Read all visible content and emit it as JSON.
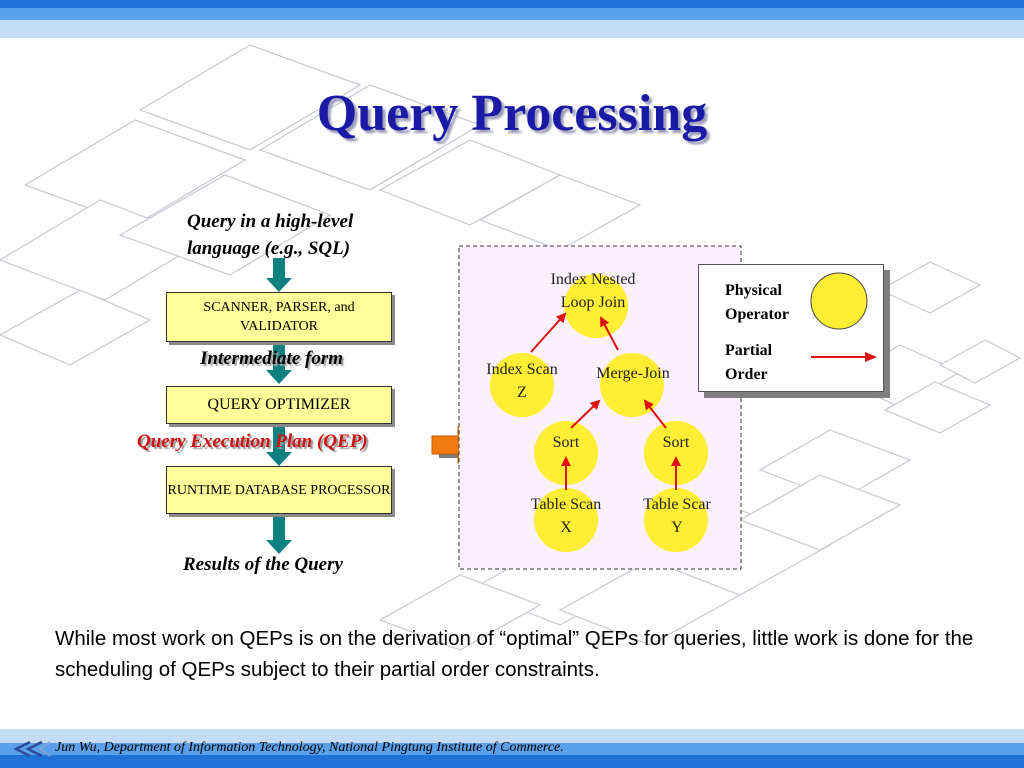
{
  "title": "Query Processing",
  "pipeline": {
    "input_label": "Query in a high-level language (e.g., SQL)",
    "scanner_box": "SCANNER, PARSER, and VALIDATOR",
    "intermediate_label": "Intermediate form",
    "optimizer_box": "QUERY OPTIMIZER",
    "qep_label": "Query Execution Plan (QEP)",
    "runtime_box": "RUNTIME DATABASE PROCESSOR",
    "output_label": "Results of the Query"
  },
  "plan": {
    "nodes": [
      {
        "id": "inlj",
        "label_line1": "Index Nested",
        "label_line2": "Loop Join"
      },
      {
        "id": "isz",
        "label_line1": "Index Scan",
        "label_line2": "Z"
      },
      {
        "id": "mj",
        "label_line1": "Merge-Join",
        "label_line2": ""
      },
      {
        "id": "sort1",
        "label_line1": "Sort",
        "label_line2": ""
      },
      {
        "id": "sort2",
        "label_line1": "Sort",
        "label_line2": ""
      },
      {
        "id": "tsx",
        "label_line1": "Table Scan",
        "label_line2": "X"
      },
      {
        "id": "tsy",
        "label_line1": "Table Scar",
        "label_line2": "Y"
      }
    ],
    "edges": [
      {
        "from": "isz",
        "to": "inlj"
      },
      {
        "from": "mj",
        "to": "inlj"
      },
      {
        "from": "sort1",
        "to": "mj"
      },
      {
        "from": "sort2",
        "to": "mj"
      },
      {
        "from": "tsx",
        "to": "sort1"
      },
      {
        "from": "tsy",
        "to": "sort2"
      }
    ]
  },
  "legend": {
    "physical_operator_line1": "Physical",
    "physical_operator_line2": "Operator",
    "partial_order_line1": "Partial",
    "partial_order_line2": "Order"
  },
  "caption": "While most work on QEPs is on the derivation of “optimal” QEPs for queries, little work is done for the scheduling of QEPs subject to their partial order constraints.",
  "footer": "Jun Wu, Department of Information Technology, National Pingtung Institute of Commerce.",
  "colors": {
    "title": "#1a1aa6",
    "box_fill": "#ffff99",
    "node_fill": "#ffee33",
    "edge": "#e01010",
    "down_arrow": "#0f8080",
    "qep_text": "#d01010",
    "qep_arrow": "#f07a10",
    "plan_area": "#fbf0fb"
  },
  "icons": {
    "down_arrow": "teal-down-arrow",
    "qep_arrow": "orange-right-arrow",
    "logo": "double-chevron-logo"
  }
}
